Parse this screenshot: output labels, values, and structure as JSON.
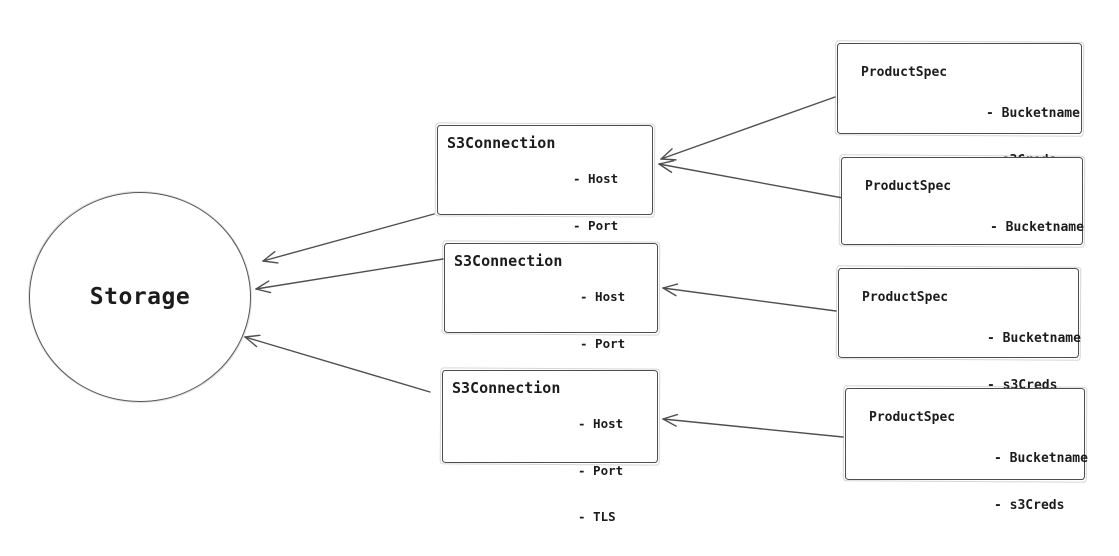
{
  "diagram": {
    "storage": {
      "label": "Storage"
    },
    "s3_connection": {
      "title": "S3Connection",
      "attributes": [
        "- Host",
        "- Port",
        "- TLS"
      ],
      "count": 3
    },
    "product_spec": {
      "title": "ProductSpec",
      "attributes": [
        "- Bucketname",
        "- s3Creds"
      ],
      "count": 4
    },
    "edges": [
      {
        "from": "product-spec-1",
        "to": "s3-connection-1"
      },
      {
        "from": "product-spec-2",
        "to": "s3-connection-1"
      },
      {
        "from": "product-spec-3",
        "to": "s3-connection-2"
      },
      {
        "from": "product-spec-4",
        "to": "s3-connection-3"
      },
      {
        "from": "s3-connection-1",
        "to": "storage"
      },
      {
        "from": "s3-connection-2",
        "to": "storage"
      },
      {
        "from": "s3-connection-3",
        "to": "storage"
      }
    ],
    "colors": {
      "stroke": "#4f4f4f",
      "text": "#1c1c1c",
      "background": "#ffffff"
    }
  }
}
